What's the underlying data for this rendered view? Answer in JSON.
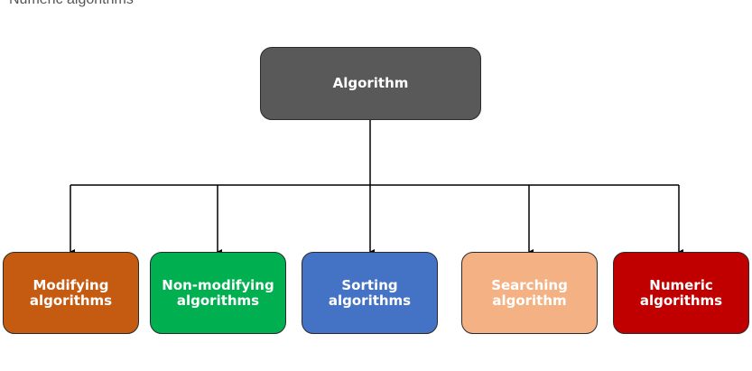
{
  "caption": "Numeric algorithms",
  "root": {
    "label": "Algorithm",
    "color": "#595959"
  },
  "children": [
    {
      "label": "Modifying algorithms",
      "color": "#C55A11"
    },
    {
      "label": "Non-modifying algorithms",
      "color": "#00B050"
    },
    {
      "label": "Sorting algorithms",
      "color": "#4472C4"
    },
    {
      "label": "Searching algorithm",
      "color": "#F4B183"
    },
    {
      "label": "Numeric algorithms",
      "color": "#C00000"
    }
  ],
  "connector_color": "#000000"
}
